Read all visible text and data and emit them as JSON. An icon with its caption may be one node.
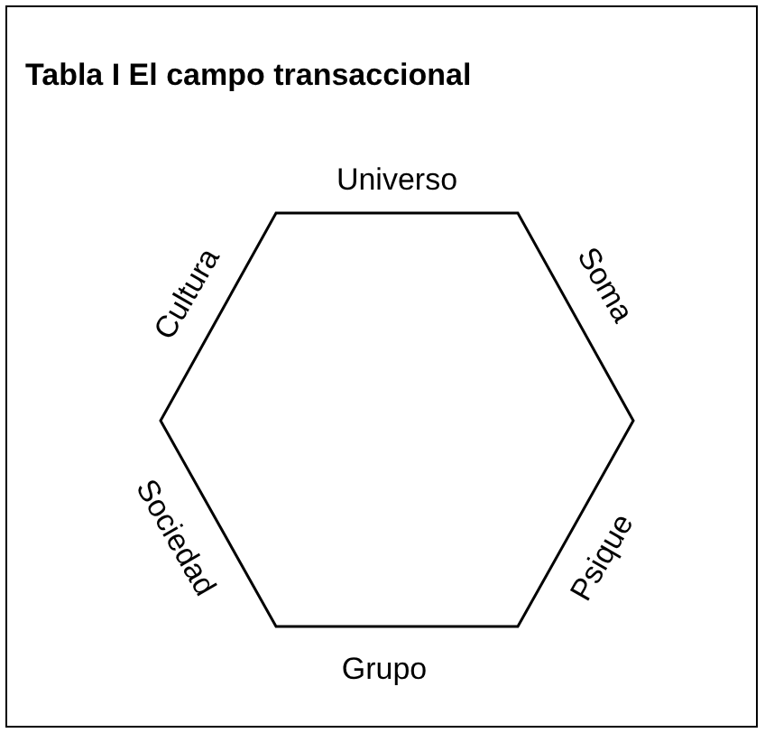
{
  "diagram": {
    "title": "Tabla I El campo transaccional",
    "nodes": [
      {
        "text": [],
        "shape": "hexagon",
        "beside": [
          "Universo",
          "Soma",
          "Psique",
          "Grupo",
          "Sociedad",
          "Cultura"
        ]
      }
    ],
    "edges": []
  }
}
